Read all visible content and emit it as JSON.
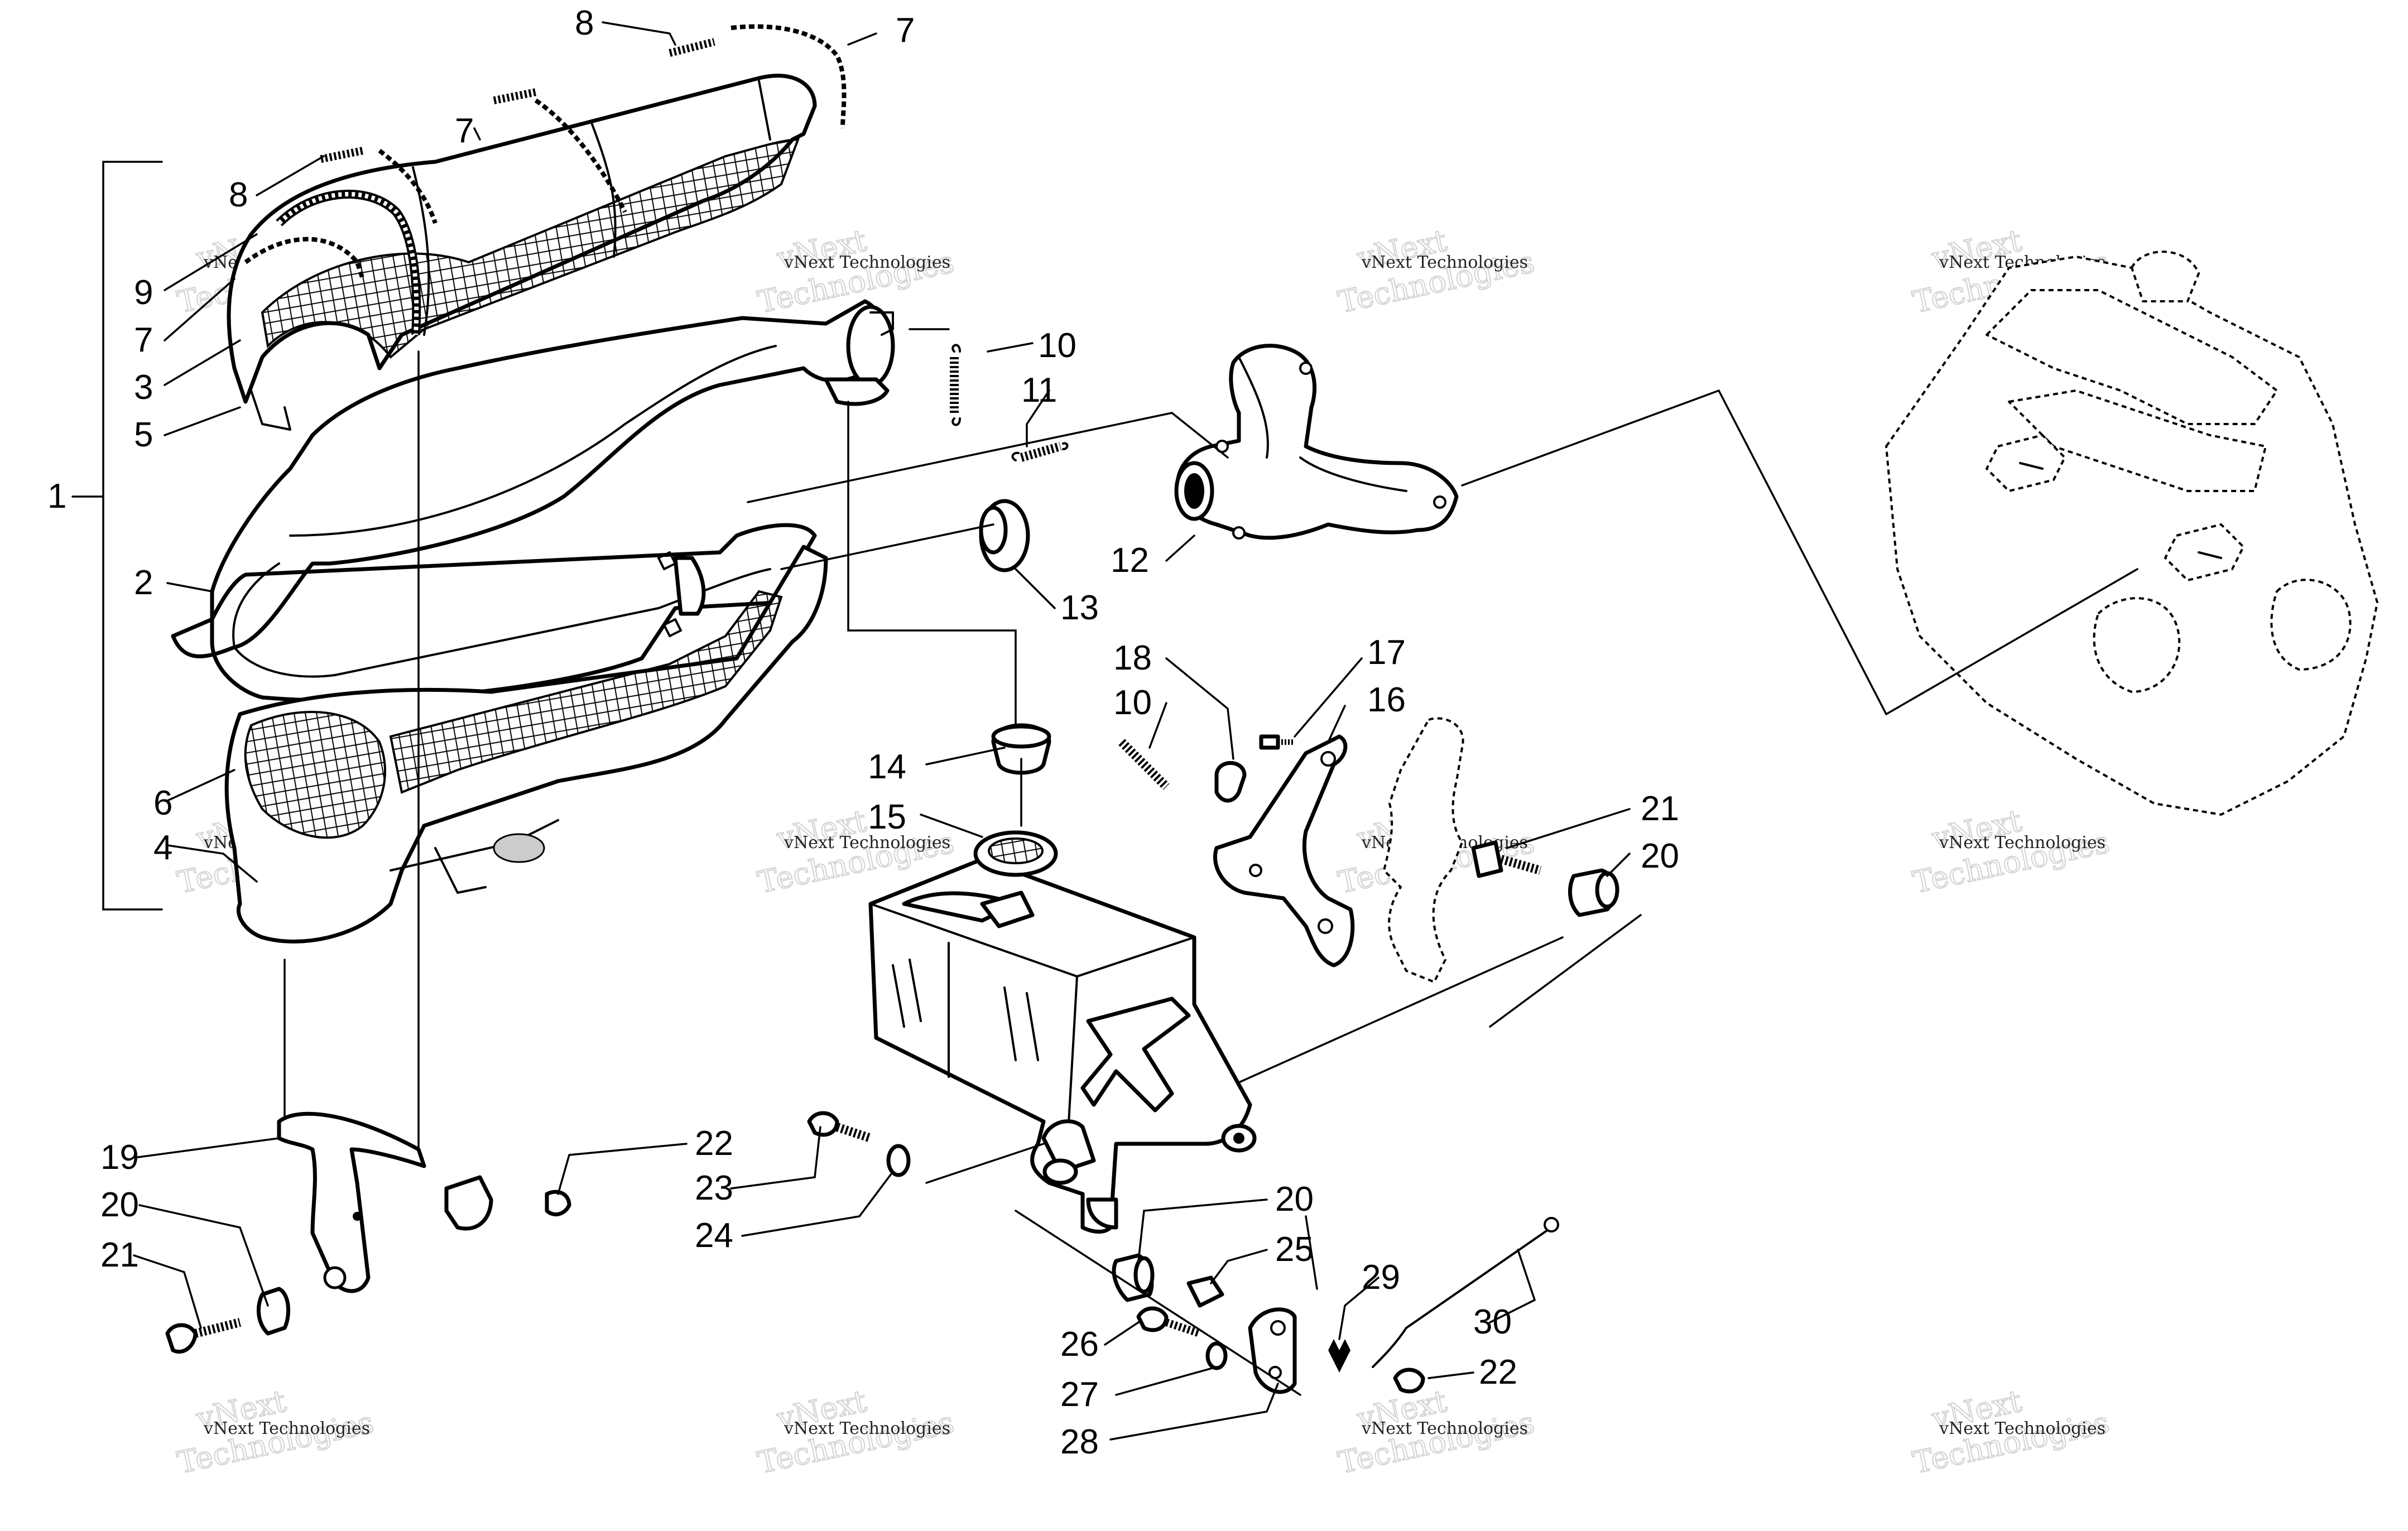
{
  "callouts": {
    "c1": "1",
    "c2": "2",
    "c3": "3",
    "c4": "4",
    "c5": "5",
    "c6": "6",
    "c7a": "7",
    "c7b": "7",
    "c7c": "7",
    "c8a": "8",
    "c8b": "8",
    "c9": "9",
    "c10a": "10",
    "c10b": "10",
    "c11": "11",
    "c12": "12",
    "c13": "13",
    "c14": "14",
    "c15": "15",
    "c16": "16",
    "c17": "17",
    "c18": "18",
    "c19": "19",
    "c20a": "20",
    "c20b": "20",
    "c20c": "20",
    "c21a": "21",
    "c21b": "21",
    "c22a": "22",
    "c22b": "22",
    "c23": "23",
    "c24": "24",
    "c25": "25",
    "c26": "26",
    "c27": "27",
    "c28": "28",
    "c29": "29",
    "c30": "30"
  },
  "watermark": {
    "line1": "vNext Technologies",
    "line2": "vNext",
    "line3": "Technologies"
  }
}
